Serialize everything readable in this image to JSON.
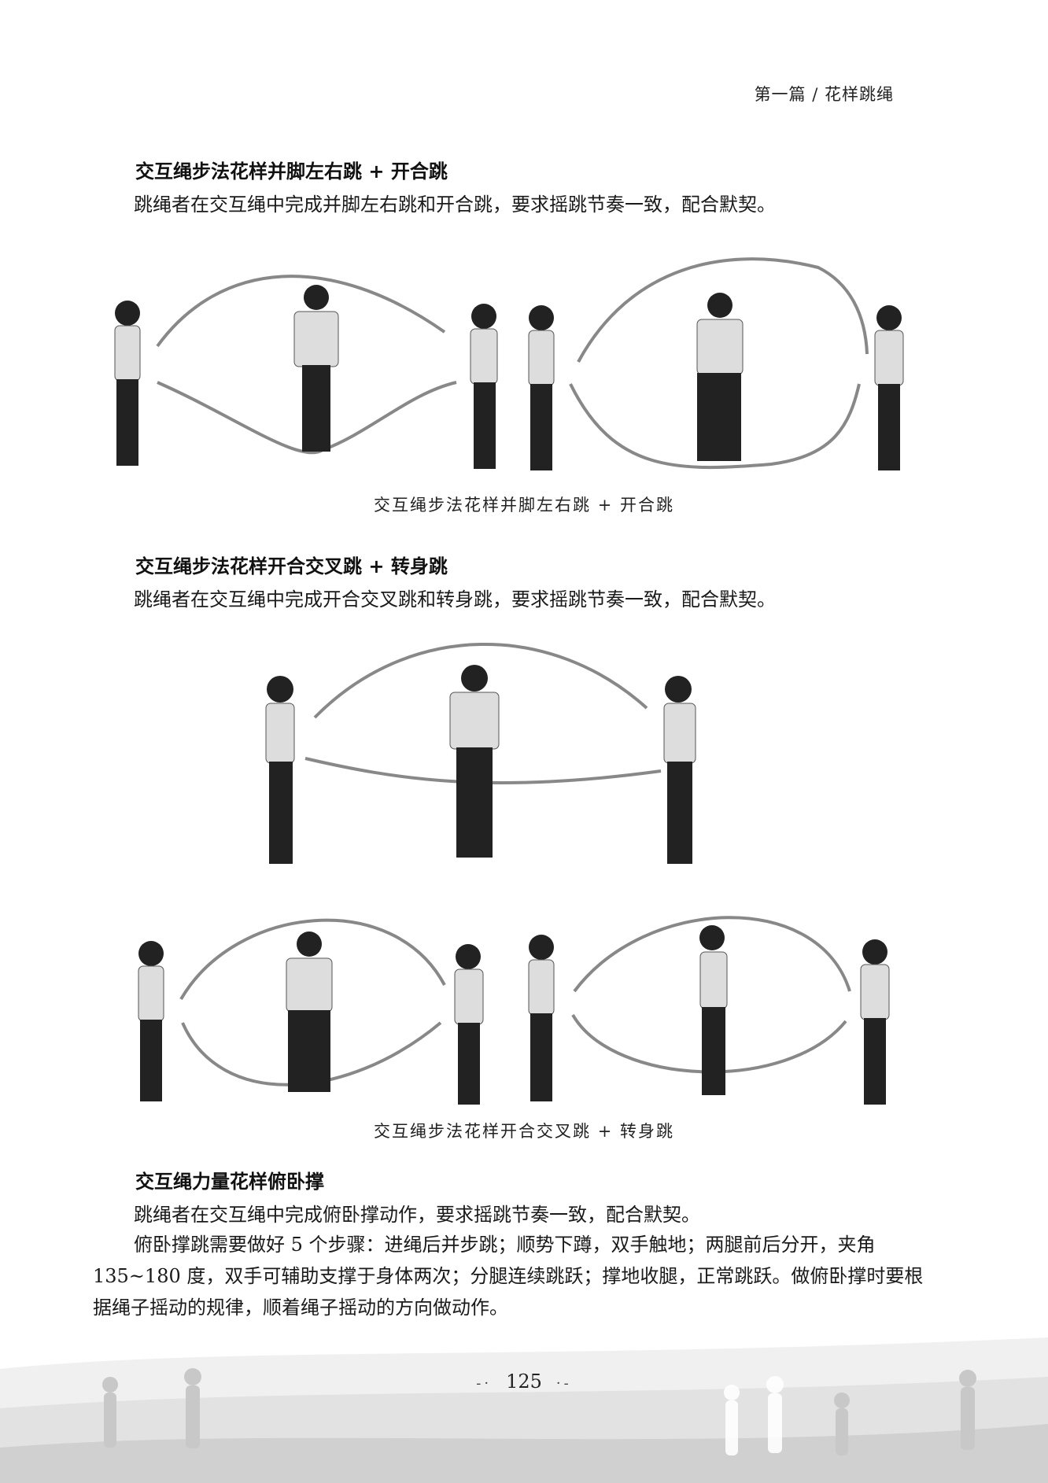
{
  "header": {
    "running_title": "第一篇 / 花样跳绳"
  },
  "sections": [
    {
      "title": "交互绳步法花样并脚左右跳 + 开合跳",
      "text": "跳绳者在交互绳中完成并脚左右跳和开合跳，要求摇跳节奏一致，配合默契。",
      "caption": "交互绳步法花样并脚左右跳 + 开合跳"
    },
    {
      "title": "交互绳步法花样开合交叉跳 + 转身跳",
      "text": "跳绳者在交互绳中完成开合交叉跳和转身跳，要求摇跳节奏一致，配合默契。",
      "caption": "交互绳步法花样开合交叉跳 + 转身跳"
    },
    {
      "title": "交互绳力量花样俯卧撑",
      "text": "跳绳者在交互绳中完成俯卧撑动作，要求摇跳节奏一致，配合默契。",
      "text2": "俯卧撑跳需要做好 5 个步骤：进绳后并步跳；顺势下蹲，双手触地；两腿前后分开，夹角 135~180 度，双手可辅助支撑于身体两次；分腿连续跳跃；撑地收腿，正常跳跃。做俯卧撑时要根据绳子摇动的规律，顺着绳子摇动的方向做动作。"
    }
  ],
  "footer": {
    "page_number": "125"
  }
}
